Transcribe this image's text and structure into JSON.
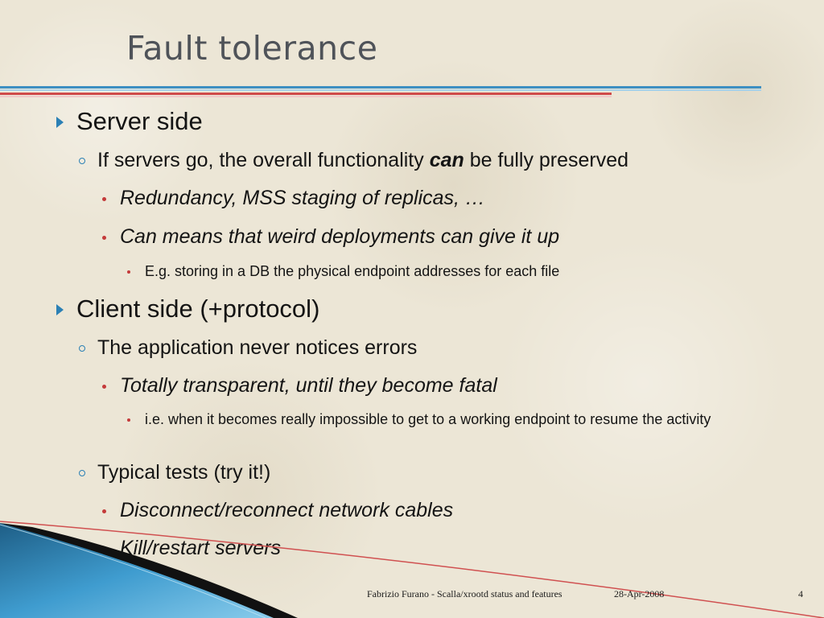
{
  "slide": {
    "title": "Fault tolerance",
    "bullets": {
      "server_side": "Server side",
      "server_preserve_pre": "If servers go, the overall functionality ",
      "server_preserve_em": "can",
      "server_preserve_post": " be fully preserved",
      "redundancy": "Redundancy, MSS staging of replicas, …",
      "can_means": "Can means that weird deployments can give it up",
      "eg_storing": "E.g. storing in a DB the physical endpoint addresses for each file",
      "client_side": "Client side (+protocol)",
      "app_never": "The application never notices errors",
      "transparent": "Totally transparent, until they become fatal",
      "ie_when": "i.e. when it becomes really impossible to get to a working endpoint to resume the activity",
      "typical_tests": "Typical tests (try it!)",
      "disconnect": "Disconnect/reconnect network cables",
      "kill_restart": "Kill/restart servers"
    },
    "footer": {
      "author": "Fabrizio Furano - Scalla/xrootd status and features",
      "date": "28-Apr-2008",
      "page": "4"
    }
  },
  "colors": {
    "accent_blue": "#2b80b5",
    "accent_red": "#c43a3a",
    "title_gray": "#4f5359"
  }
}
